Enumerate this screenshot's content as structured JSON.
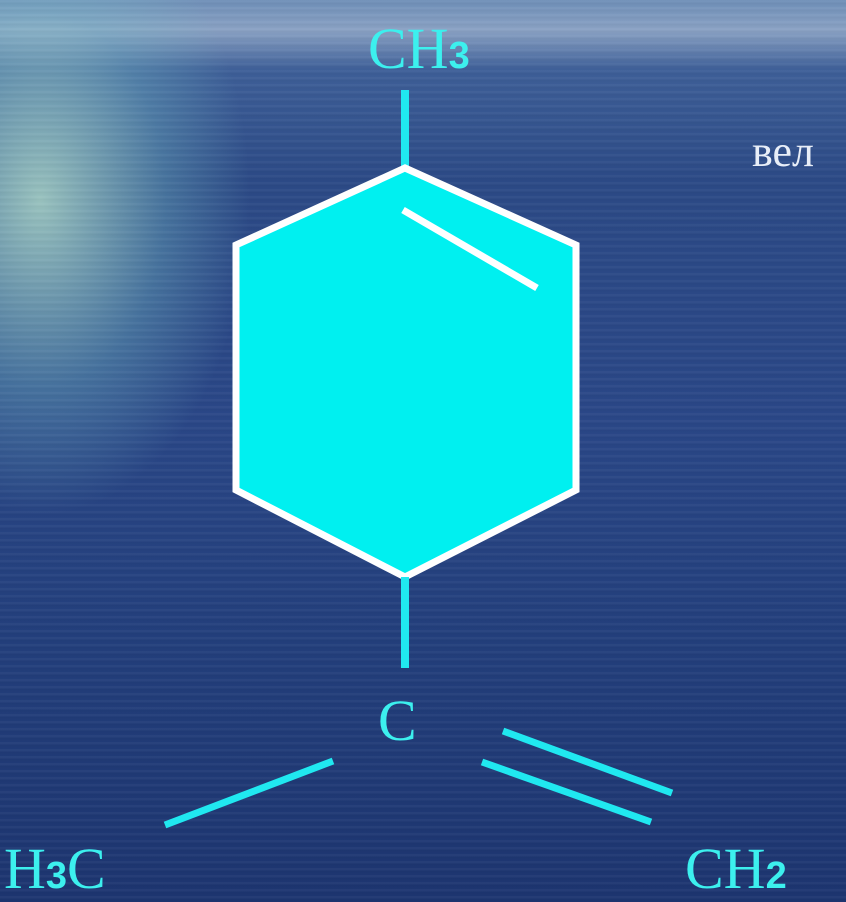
{
  "formula": {
    "top_group": {
      "main": "CH",
      "sub": "3"
    },
    "center_atom": "C",
    "left_group": {
      "main": "H",
      "sub": "3",
      "tail": "C"
    },
    "right_group": {
      "main": "CH",
      "sub": "2"
    }
  },
  "side_text": "вел",
  "colors": {
    "bond": "#20e8f0",
    "ring_fill": "#00f0f0",
    "ring_stroke": "#ffffff",
    "label": "#3cf0ee"
  }
}
